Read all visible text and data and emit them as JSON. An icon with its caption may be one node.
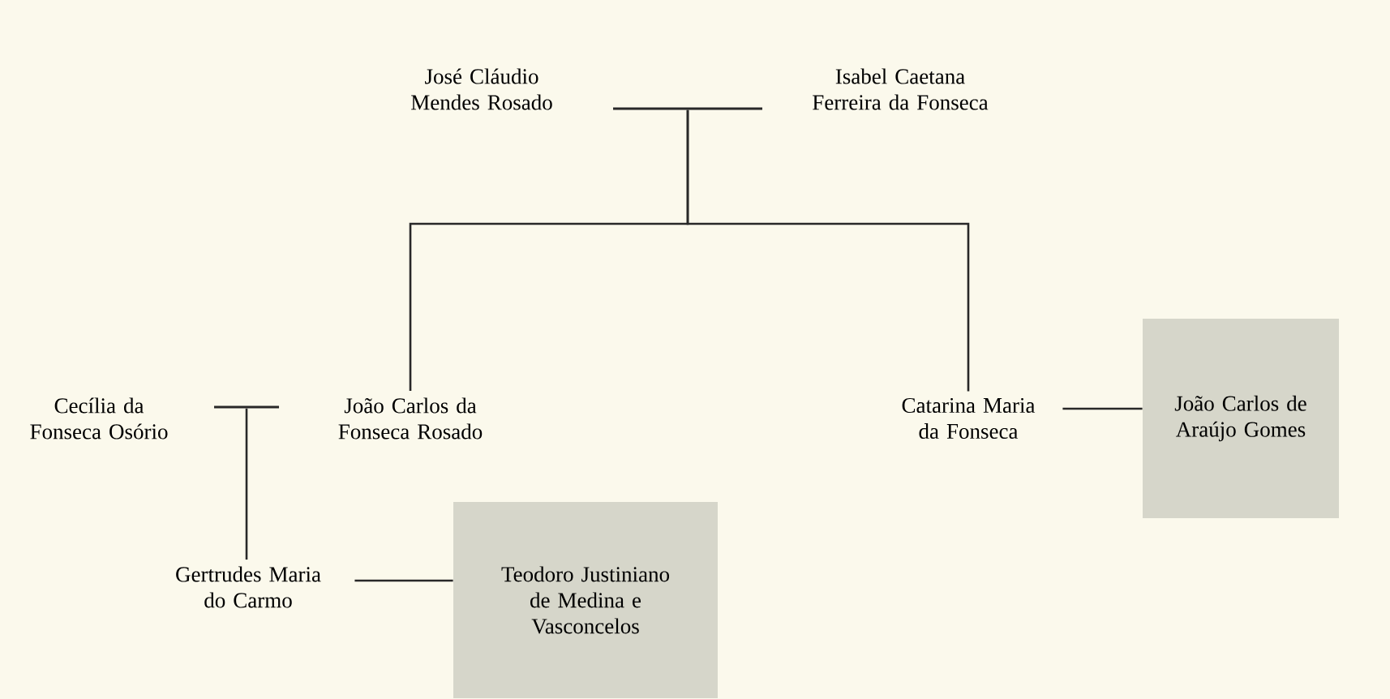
{
  "diagram": {
    "nodes": [
      {
        "text": [
          "José Cláudio Mendes Rosado"
        ]
      },
      {
        "text": [],
        "shape": "bar"
      },
      {
        "text": [
          "Isabel Caetana Ferreira da Fonseca"
        ]
      },
      {
        "text": [
          "Cecília da Fonseca Osório"
        ]
      },
      {
        "text": [],
        "shape": "bar"
      },
      {
        "text": [
          "João Carlos da Fonseca Rosado"
        ]
      },
      {
        "text": [
          "Catarina Maria da Fonseca"
        ]
      },
      {
        "text": [
          "João Carlos de Araújo Gomes"
        ]
      },
      {
        "text": [
          "Gertrudes Maria do Carmo"
        ]
      },
      {
        "text": [
          "Teodoro Justiniano de Medina e Vasconcelos"
        ]
      }
    ],
    "edges": [
      {
        "from": 1,
        "to": 5,
        "arrow": "none"
      },
      {
        "from": 1,
        "to": 6,
        "arrow": "none"
      },
      {
        "from": 4,
        "to": 8,
        "arrow": "none"
      },
      {
        "from": 6,
        "to": 7,
        "arrow": "none"
      },
      {
        "from": 8,
        "to": 9,
        "arrow": "none"
      }
    ]
  }
}
